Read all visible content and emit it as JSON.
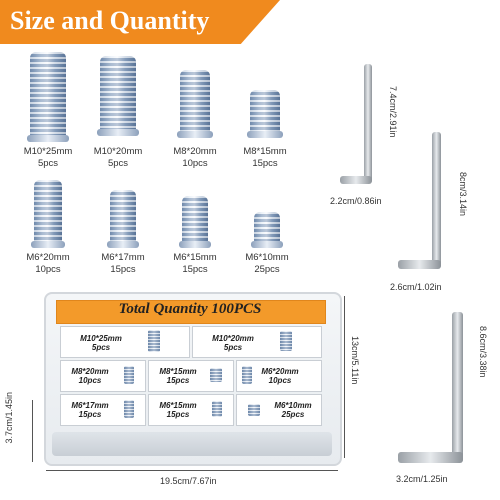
{
  "header": {
    "title": "Size and Quantity"
  },
  "inserts": [
    {
      "size": "M10*25mm",
      "qty": "5pcs"
    },
    {
      "size": "M10*20mm",
      "qty": "5pcs"
    },
    {
      "size": "M8*20mm",
      "qty": "10pcs"
    },
    {
      "size": "M8*15mm",
      "qty": "15pcs"
    },
    {
      "size": "M6*20mm",
      "qty": "10pcs"
    },
    {
      "size": "M6*17mm",
      "qty": "15pcs"
    },
    {
      "size": "M6*15mm",
      "qty": "15pcs"
    },
    {
      "size": "M6*10mm",
      "qty": "25pcs"
    }
  ],
  "keys": [
    {
      "length": "7.4cm/2.91in",
      "width": "2.2cm/0.86in"
    },
    {
      "length": "8cm/3.14in",
      "width": "2.6cm/1.02in"
    },
    {
      "length": "8.6cm/3.38in",
      "width": "3.2cm/1.25in"
    }
  ],
  "box": {
    "title": "Total Quantity 100PCS",
    "height": "13cm/5.11in",
    "width": "19.5cm/7.67in",
    "depth": "3.7cm/1.45in",
    "cells": [
      {
        "size": "M10*25mm",
        "qty": "5pcs"
      },
      {
        "size": "M10*20mm",
        "qty": "5pcs"
      },
      {
        "size": "M8*20mm",
        "qty": "10pcs"
      },
      {
        "size": "M8*15mm",
        "qty": "15pcs"
      },
      {
        "size": "M6*20mm",
        "qty": "10pcs"
      },
      {
        "size": "M6*17mm",
        "qty": "15pcs"
      },
      {
        "size": "M6*15mm",
        "qty": "15pcs"
      },
      {
        "size": "M6*10mm",
        "qty": "25pcs"
      }
    ]
  },
  "colors": {
    "accent": "#f08a1e",
    "box_banner": "#f39a2a"
  }
}
